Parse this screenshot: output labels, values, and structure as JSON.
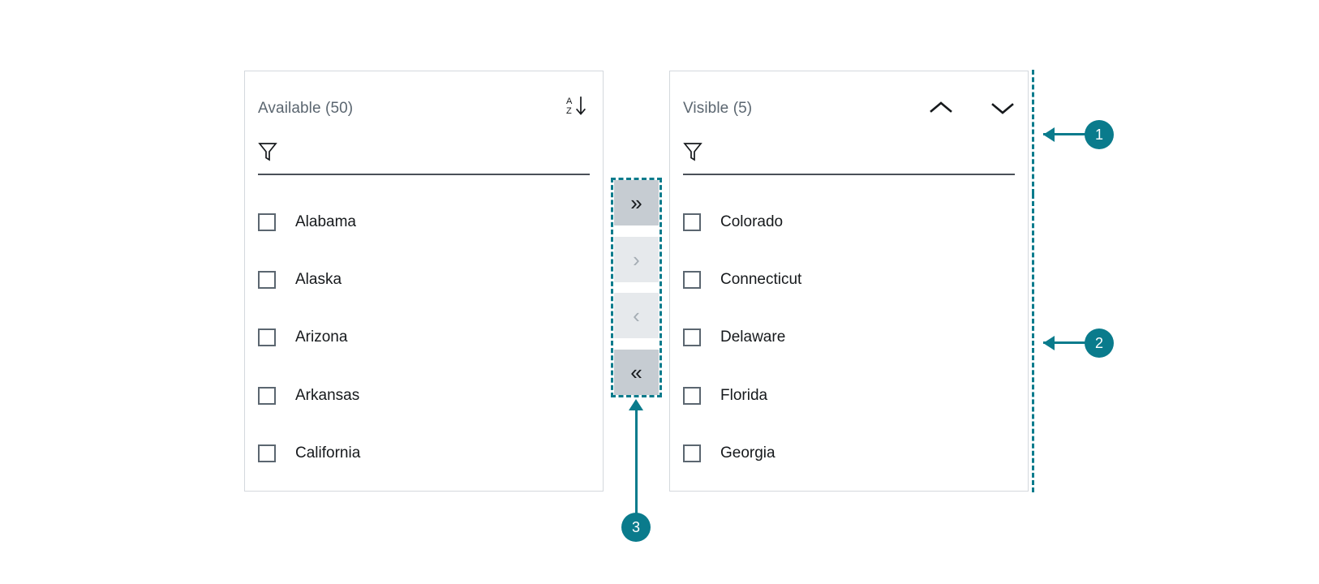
{
  "panels": {
    "available": {
      "title": "Available (50)",
      "sort_icon": "sort-az-icon",
      "sort_letters": {
        "top": "A",
        "bottom": "Z"
      },
      "filter": {
        "icon": "filter-funnel-icon",
        "value": "",
        "placeholder": ""
      },
      "items": [
        {
          "label": "Alabama",
          "checked": false
        },
        {
          "label": "Alaska",
          "checked": false
        },
        {
          "label": "Arizona",
          "checked": false
        },
        {
          "label": "Arkansas",
          "checked": false
        },
        {
          "label": "California",
          "checked": false
        }
      ]
    },
    "visible": {
      "title": "Visible (5)",
      "move_up_icon": "chevron-up-icon",
      "move_down_icon": "chevron-down-icon",
      "filter": {
        "icon": "filter-funnel-icon",
        "value": "",
        "placeholder": ""
      },
      "items": [
        {
          "label": "Colorado",
          "checked": false
        },
        {
          "label": "Connecticut",
          "checked": false
        },
        {
          "label": "Delaware",
          "checked": false
        },
        {
          "label": "Florida",
          "checked": false
        },
        {
          "label": "Georgia",
          "checked": false
        }
      ]
    }
  },
  "transfer_buttons": [
    {
      "name": "move-all-right-button",
      "glyph": "»",
      "state": "enabled"
    },
    {
      "name": "move-right-button",
      "glyph": "›",
      "state": "disabled"
    },
    {
      "name": "move-left-button",
      "glyph": "‹",
      "state": "disabled"
    },
    {
      "name": "move-all-left-button",
      "glyph": "«",
      "state": "enabled"
    }
  ],
  "annotations": [
    {
      "id": "1",
      "label": "1"
    },
    {
      "id": "2",
      "label": "2"
    },
    {
      "id": "3",
      "label": "3"
    }
  ],
  "colors": {
    "accent": "#0a7b8c",
    "panel_border": "#d4d8dd",
    "title_text": "#5b6670",
    "item_text": "#16191c",
    "button_enabled_bg": "#c6ccd2",
    "button_disabled_bg": "#e6e9ec",
    "filter_underline": "#4a5058"
  }
}
